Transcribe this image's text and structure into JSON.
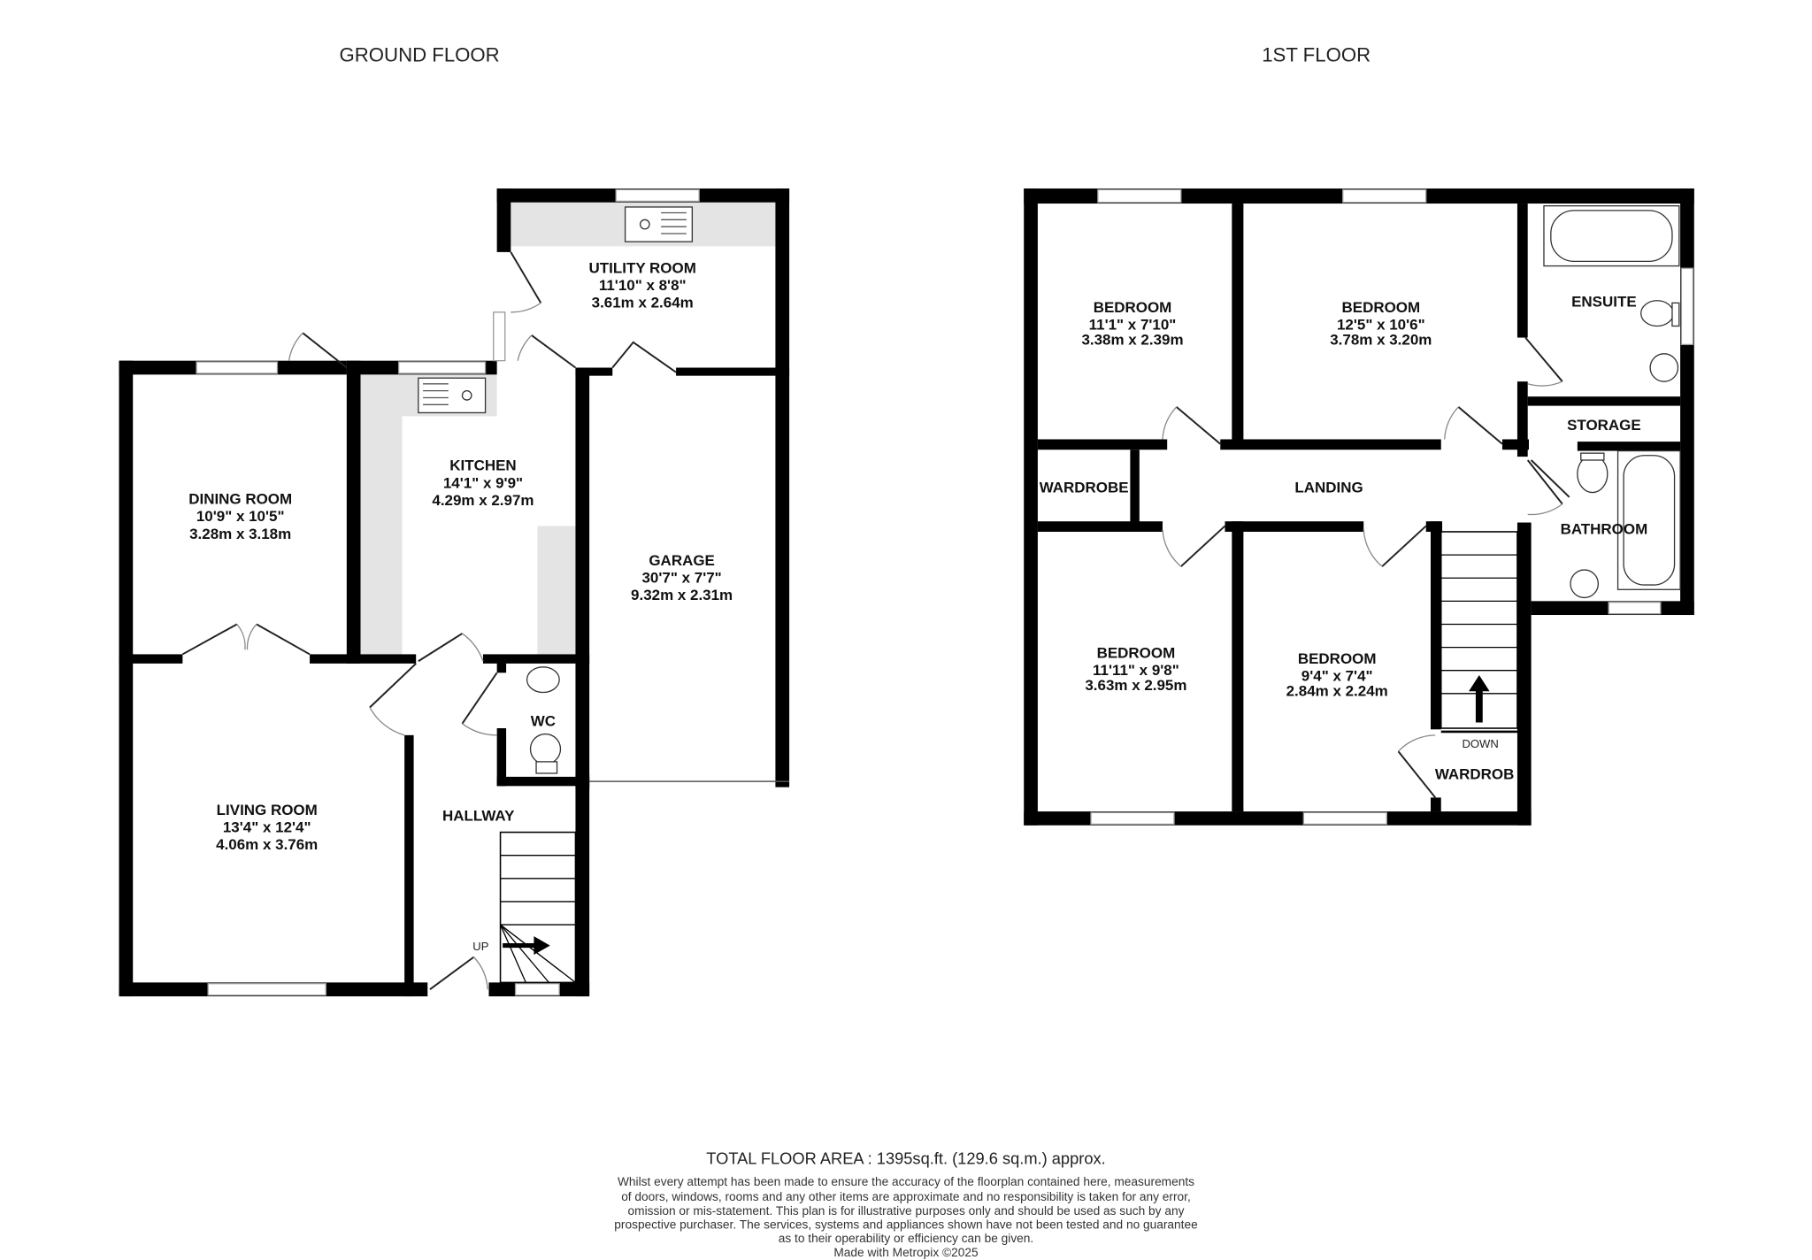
{
  "titles": {
    "ground": "GROUND FLOOR",
    "first": "1ST FLOOR"
  },
  "ground_rooms": [
    {
      "name": "UTILITY ROOM",
      "imperial": "11'10\"  x 8'8\"",
      "metric": "3.61m  x 2.64m"
    },
    {
      "name": "KITCHEN",
      "imperial": "14'1\"  x 9'9\"",
      "metric": "4.29m  x 2.97m"
    },
    {
      "name": "DINING ROOM",
      "imperial": "10'9\"  x 10'5\"",
      "metric": "3.28m  x 3.18m"
    },
    {
      "name": "GARAGE",
      "imperial": "30'7\"  x 7'7\"",
      "metric": "9.32m  x 2.31m"
    },
    {
      "name": "LIVING ROOM",
      "imperial": "13'4\"  x 12'4\"",
      "metric": "4.06m  x 3.76m"
    },
    {
      "name": "WC"
    },
    {
      "name": "HALLWAY"
    }
  ],
  "ground_stairs_label": "UP",
  "first_rooms": [
    {
      "name": "BEDROOM",
      "imperial": "11'1\"  x 7'10\"",
      "metric": "3.38m  x 2.39m"
    },
    {
      "name": "BEDROOM",
      "imperial": "12'5\"  x 10'6\"",
      "metric": "3.78m  x 3.20m"
    },
    {
      "name": "BEDROOM",
      "imperial": "11'11\"  x 9'8\"",
      "metric": "3.63m  x 2.95m"
    },
    {
      "name": "BEDROOM",
      "imperial": "9'4\"  x 7'4\"",
      "metric": "2.84m  x 2.24m"
    },
    {
      "name": "ENSUITE"
    },
    {
      "name": "STORAGE"
    },
    {
      "name": "BATHROOM"
    },
    {
      "name": "LANDING"
    },
    {
      "name": "WARDROBE"
    },
    {
      "name": "WARDROB"
    }
  ],
  "first_stairs_label": "DOWN",
  "footer": {
    "total_area": "TOTAL FLOOR AREA : 1395sq.ft. (129.6 sq.m.) approx.",
    "disclaimer": [
      "Whilst every attempt has been made to ensure the accuracy of the floorplan contained here, measurements",
      "of doors, windows, rooms and any other items are approximate and no responsibility is taken for any error,",
      "omission or mis-statement. This plan is for illustrative purposes only and should be used as such by any",
      "prospective purchaser. The services, systems and appliances shown have not been tested and no guarantee",
      "as to their operability or efficiency can be given."
    ],
    "credit": "Made with Metropix ©2025"
  }
}
